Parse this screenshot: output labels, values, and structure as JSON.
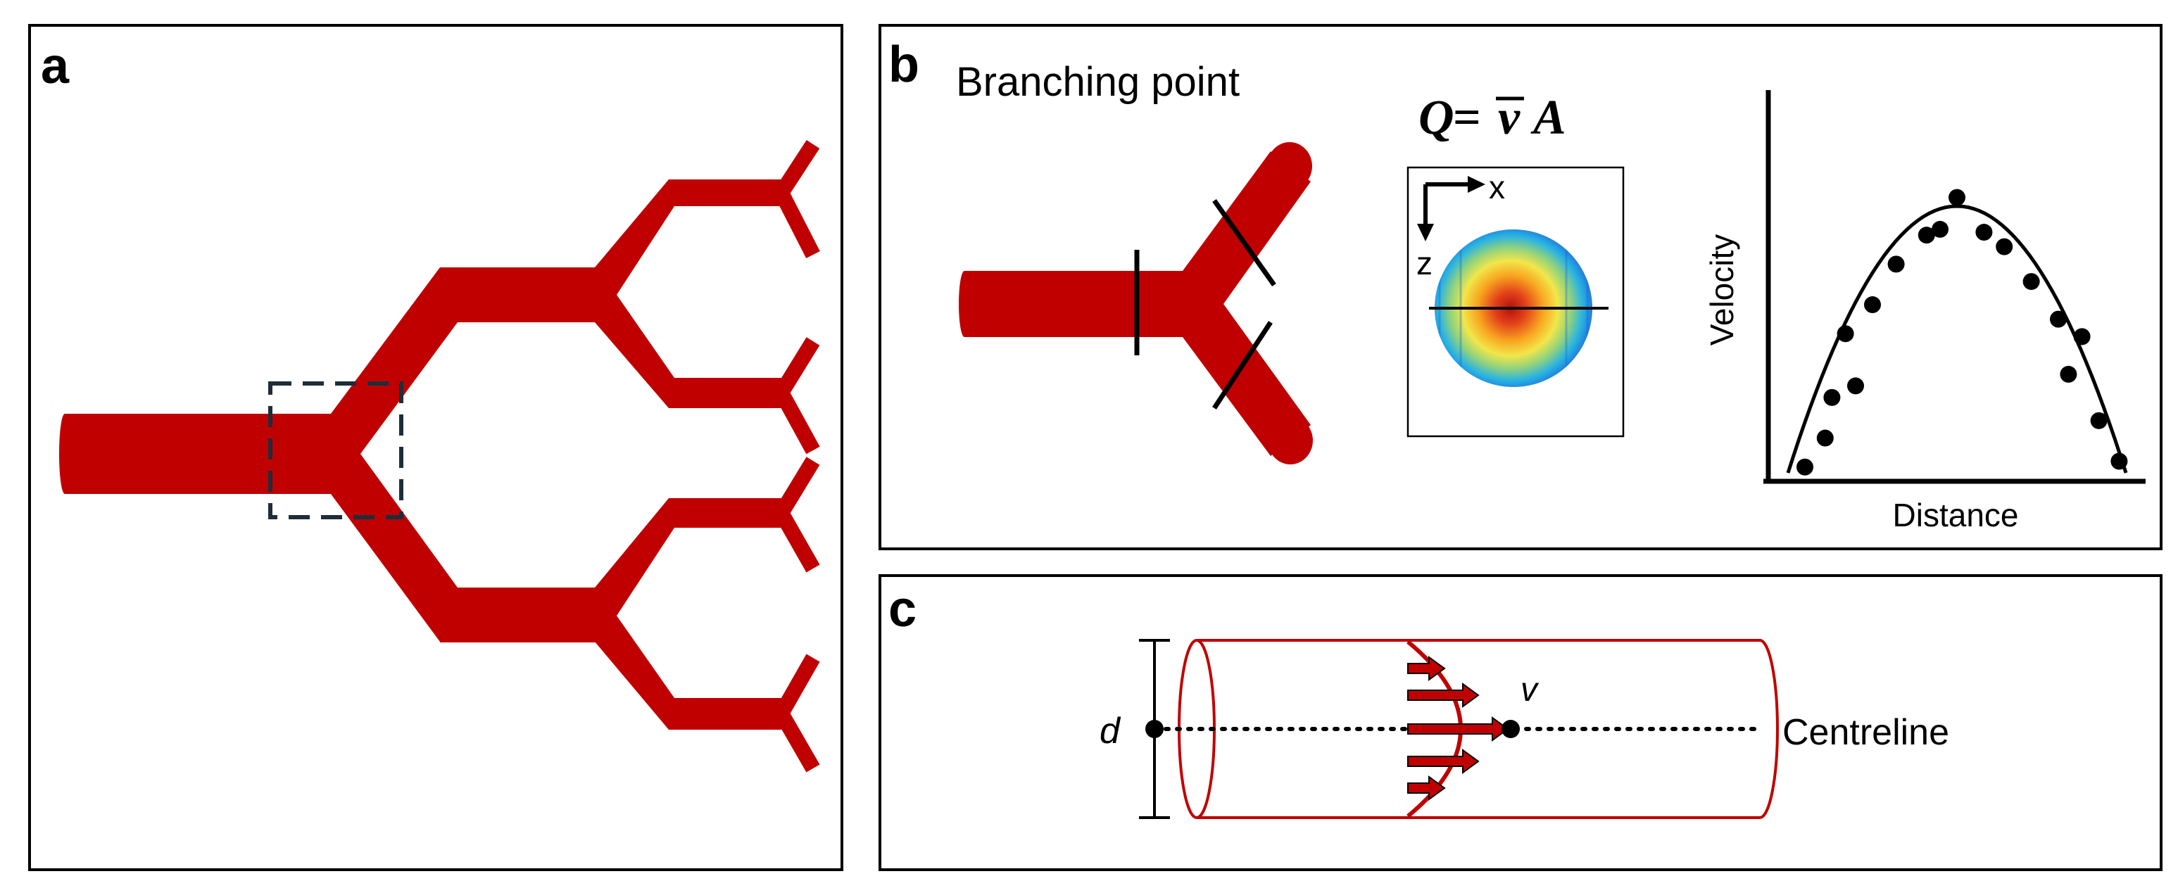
{
  "panels": {
    "a": {
      "letter": "a"
    },
    "b": {
      "letter": "b",
      "title": "Branching point",
      "equation": {
        "lhs": "Q",
        "eq": "=",
        "v": "v",
        "a": "A"
      },
      "axis_x": "x",
      "axis_z": "z",
      "plot": {
        "xlabel": "Distance",
        "ylabel": "Velocity"
      }
    },
    "c": {
      "letter": "c",
      "diameter_label": "d",
      "velocity_label": "v",
      "centreline_label": "Centreline"
    }
  },
  "colors": {
    "vessel": "#c00000",
    "box": "#1f2d3a",
    "line": "#000000"
  },
  "chart_data": {
    "type": "scatter",
    "xlabel": "Distance",
    "ylabel": "Velocity",
    "points": [
      [
        0.05,
        0.02
      ],
      [
        0.11,
        0.12
      ],
      [
        0.13,
        0.26
      ],
      [
        0.2,
        0.3
      ],
      [
        0.17,
        0.48
      ],
      [
        0.25,
        0.58
      ],
      [
        0.32,
        0.72
      ],
      [
        0.41,
        0.82
      ],
      [
        0.45,
        0.84
      ],
      [
        0.5,
        0.95
      ],
      [
        0.58,
        0.83
      ],
      [
        0.64,
        0.78
      ],
      [
        0.72,
        0.66
      ],
      [
        0.8,
        0.53
      ],
      [
        0.87,
        0.47
      ],
      [
        0.83,
        0.34
      ],
      [
        0.92,
        0.18
      ],
      [
        0.98,
        0.04
      ]
    ],
    "fit": "parabola"
  }
}
